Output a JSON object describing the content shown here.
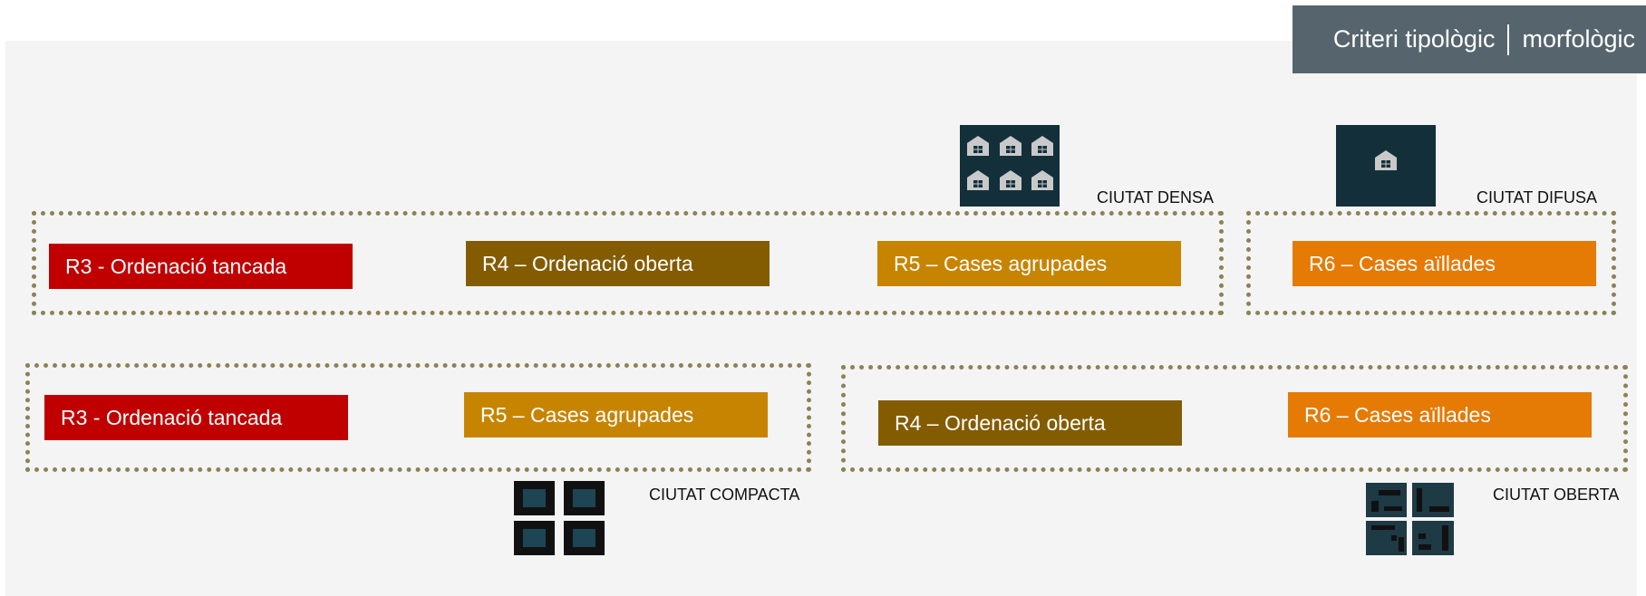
{
  "header": {
    "left": "Criteri tipològic",
    "right": "morfològic"
  },
  "colors": {
    "r3": "#c00000",
    "r4": "#835c02",
    "r5": "#c78400",
    "r6": "#e57a05",
    "dotted": "#8c8254",
    "header": "#56656d",
    "icon_bg": "#13303a"
  },
  "top_row": {
    "dense_caption": "CIUTAT DENSA",
    "diffuse_caption": "CIUTAT DIFUSA",
    "r3": "R3 - Ordenació tancada",
    "r4": "R4 – Ordenació oberta",
    "r5": "R5 – Cases agrupades",
    "r6": "R6 – Cases aïllades"
  },
  "bottom_row": {
    "compact_caption": "CIUTAT COMPACTA",
    "open_caption": "CIUTAT OBERTA",
    "r3": "R3 - Ordenació tancada",
    "r5": "R5 – Cases agrupades",
    "r4": "R4 – Ordenació oberta",
    "r6": "R6 – Cases aïllades"
  },
  "icons": {
    "dense": "house-grid-icon",
    "diffuse": "single-house-icon",
    "compact": "closed-blocks-icon",
    "open": "open-blocks-icon"
  }
}
